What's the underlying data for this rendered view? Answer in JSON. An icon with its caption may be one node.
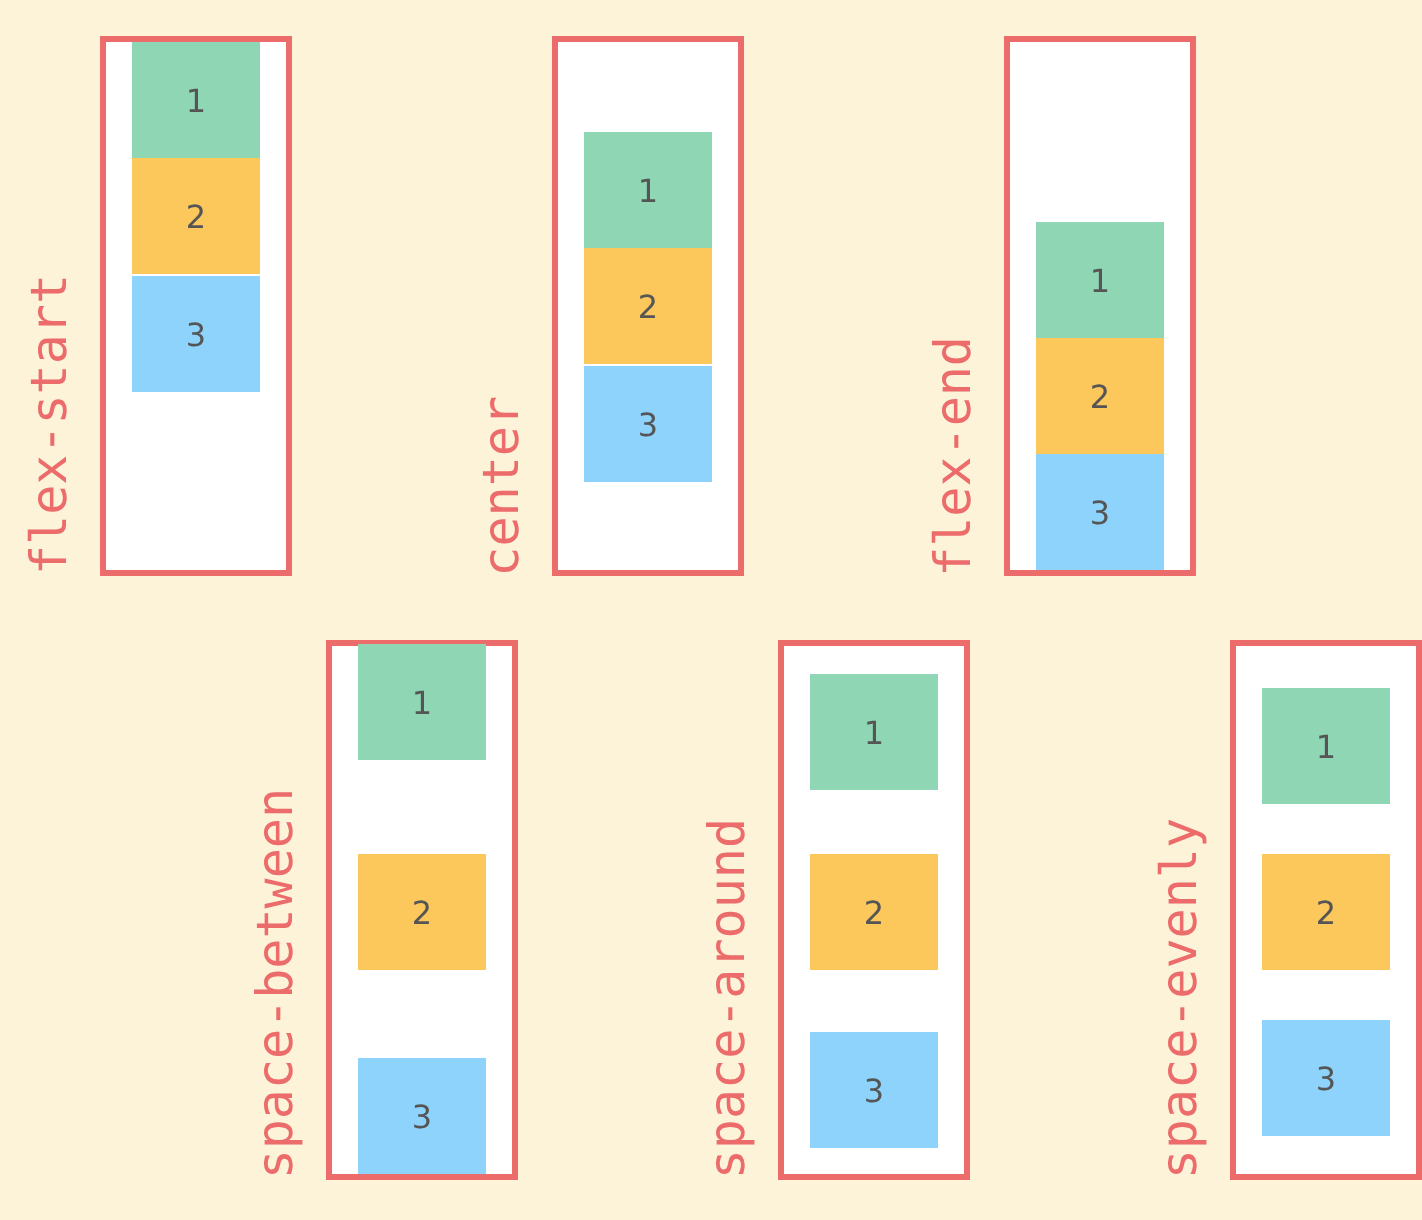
{
  "diagram": {
    "nodes": [
      {
        "text": [
          "flex-start"
        ]
      },
      {
        "text": [
          "1"
        ],
        "in": 0
      },
      {
        "text": [
          "2"
        ],
        "in": 0
      },
      {
        "text": [
          "3"
        ],
        "in": 0
      },
      {
        "text": [
          "center"
        ]
      },
      {
        "text": [
          "1"
        ],
        "in": 4
      },
      {
        "text": [
          "2"
        ],
        "in": 4
      },
      {
        "text": [
          "3"
        ],
        "in": 4
      },
      {
        "text": [
          "flex-end"
        ]
      },
      {
        "text": [
          "1"
        ],
        "in": 8
      },
      {
        "text": [
          "2"
        ],
        "in": 8
      },
      {
        "text": [
          "3"
        ],
        "in": 8
      },
      {
        "text": [
          "space-between"
        ]
      },
      {
        "text": [
          "1"
        ],
        "in": 12
      },
      {
        "text": [
          "2"
        ],
        "in": 12
      },
      {
        "text": [
          "3"
        ],
        "in": 12
      },
      {
        "text": [
          "space-around"
        ]
      },
      {
        "text": [
          "1"
        ],
        "in": 16
      },
      {
        "text": [
          "2"
        ],
        "in": 16
      },
      {
        "text": [
          "3"
        ],
        "in": 16
      },
      {
        "text": [
          "space-evenly"
        ]
      },
      {
        "text": [
          "1"
        ],
        "in": 20
      },
      {
        "text": [
          "2"
        ],
        "in": 20
      },
      {
        "text": [
          "3"
        ],
        "in": 20
      }
    ]
  }
}
